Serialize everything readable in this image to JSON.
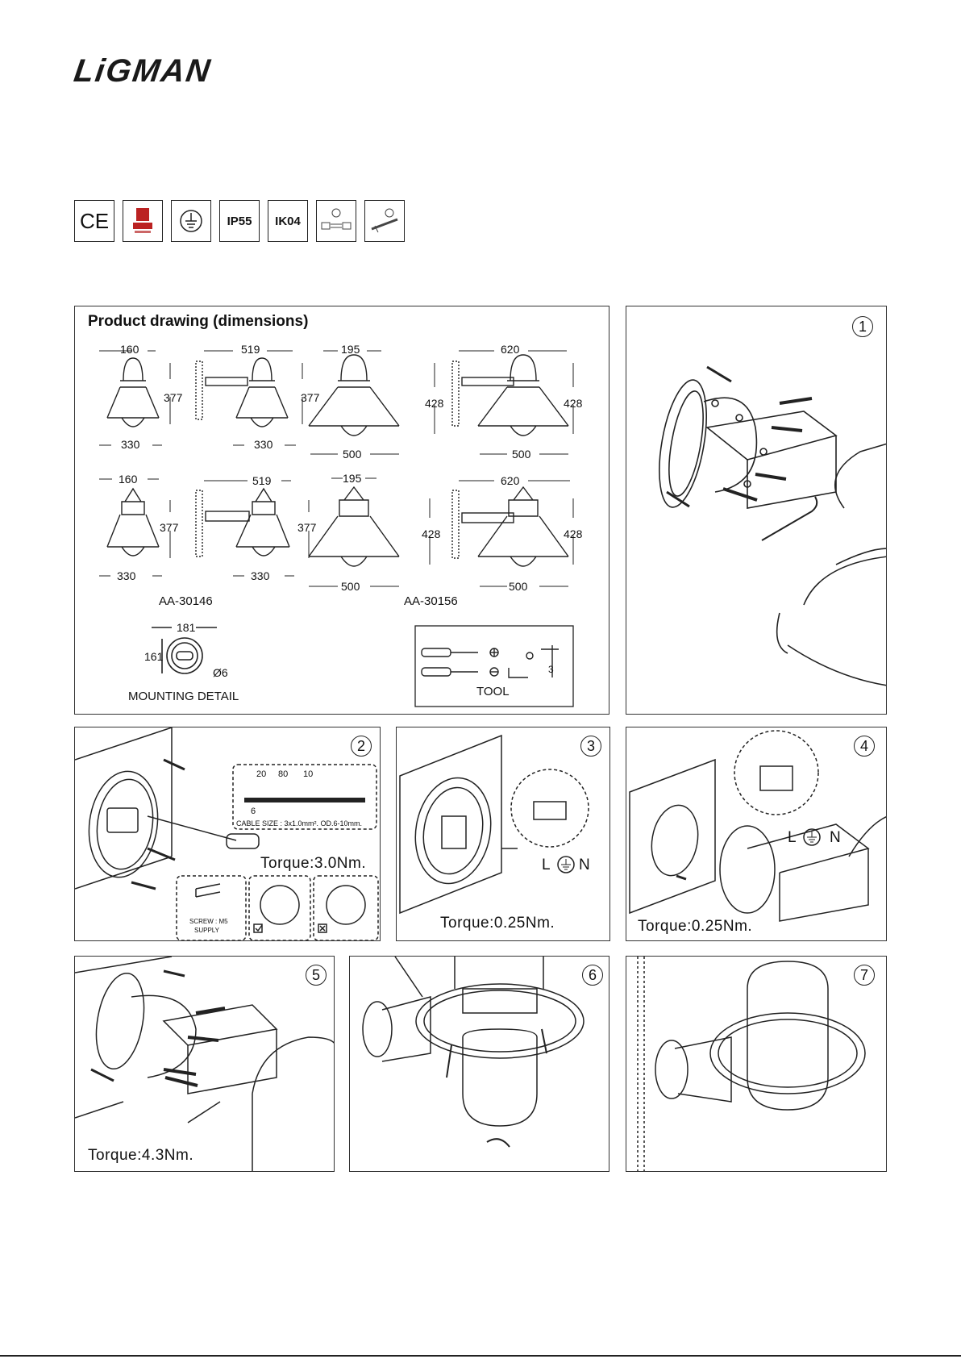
{
  "brand": "LiGMAN",
  "badges": [
    "CE",
    "",
    "",
    "IP55",
    "IK04",
    "",
    ""
  ],
  "product_panel": {
    "title": "Product drawing (dimensions)",
    "row1": {
      "w1": "160",
      "w2": "519",
      "w3": "195",
      "w4": "620",
      "h1": "377",
      "h2": "377",
      "h3": "428",
      "h4": "428",
      "b1": "330",
      "b2": "330",
      "b3": "500",
      "b4": "500"
    },
    "row2": {
      "w1": "160",
      "w2": "519",
      "w3": "195",
      "w4": "620",
      "h1": "377",
      "h2": "377",
      "h3": "428",
      "h4": "428",
      "b1": "330",
      "b2": "330",
      "b3": "500",
      "b4": "500"
    },
    "model1": "AA-30146",
    "model2": "AA-30156",
    "mount": {
      "w": "181",
      "h": "161",
      "hole": "Ø6",
      "label": "MOUNTING DETAIL"
    },
    "tool": {
      "label": "TOOL",
      "size": "3"
    }
  },
  "steps": {
    "s1": "1",
    "s2": "2",
    "s3": "3",
    "s4": "4",
    "s5": "5",
    "s6": "6",
    "s7": "7"
  },
  "step2": {
    "torque": "Torque:3.0Nm.",
    "cable_dims": [
      "20",
      "80",
      "10",
      "6"
    ],
    "cable_size": "CABLE SIZE : 3x1.0mm². OD.6-10mm.",
    "screw": "SCREW : M5",
    "supply": "SUPPLY"
  },
  "step3": {
    "torque": "Torque:0.25Nm.",
    "L": "L",
    "N": "N"
  },
  "step4": {
    "torque": "Torque:0.25Nm.",
    "L": "L",
    "N": "N"
  },
  "step5": {
    "torque": "Torque:4.3Nm."
  }
}
